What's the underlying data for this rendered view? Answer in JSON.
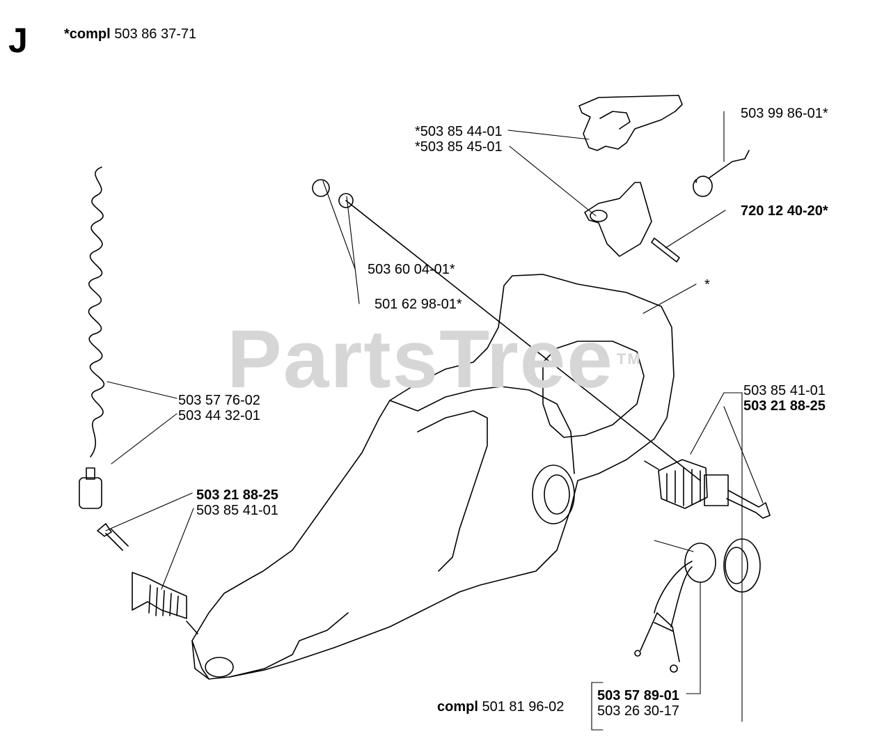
{
  "section": "J",
  "assembly": {
    "prefix": "*compl",
    "number": "503 86 37-71"
  },
  "watermark": {
    "text": "PartsTree",
    "tm": "TM"
  },
  "parts": [
    {
      "id": "p1",
      "text": "*503 85 44-01",
      "bold": false
    },
    {
      "id": "p2",
      "text": "*503 85 45-01",
      "bold": false
    },
    {
      "id": "p3",
      "text": "503 99 86-01*",
      "bold": false
    },
    {
      "id": "p4",
      "text": "720 12 40-20*",
      "bold": true
    },
    {
      "id": "p5",
      "text": "503 60 04-01*",
      "bold": false
    },
    {
      "id": "p6",
      "text": "501 62 98-01*",
      "bold": false
    },
    {
      "id": "p7",
      "text": "*",
      "bold": false
    },
    {
      "id": "p8",
      "text": "503 57 76-02",
      "bold": false
    },
    {
      "id": "p9",
      "text": "503 44 32-01",
      "bold": false
    },
    {
      "id": "p10",
      "text": "503 85 41-01",
      "bold": false
    },
    {
      "id": "p11",
      "text": "503 21 88-25",
      "bold": true
    },
    {
      "id": "p12",
      "text": "503 21 88-25",
      "bold": true
    },
    {
      "id": "p13",
      "text": "503 85 41-01",
      "bold": false
    },
    {
      "id": "p14",
      "text": "503 57 89-01",
      "bold": true
    },
    {
      "id": "p15",
      "text": "503 26 30-17",
      "bold": false
    }
  ],
  "compl_bottom": {
    "prefix": "compl",
    "number": "501 81 96-02"
  }
}
